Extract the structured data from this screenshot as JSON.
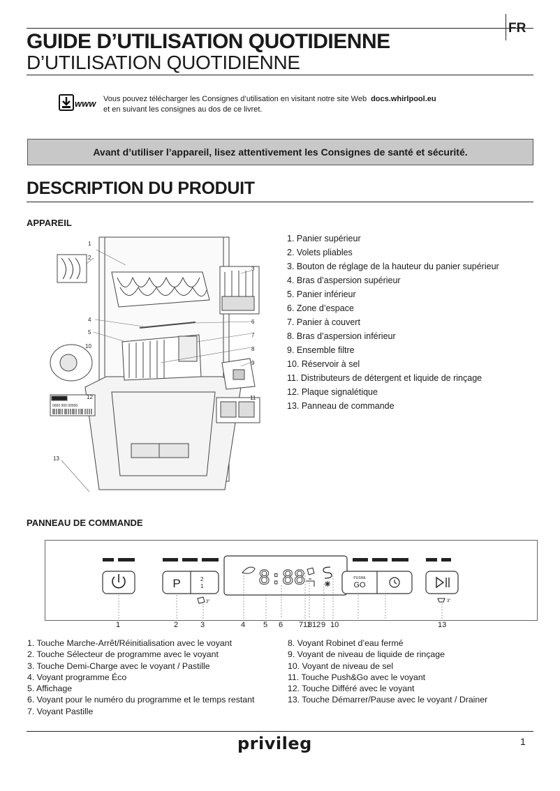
{
  "header": {
    "lang": "FR",
    "title_line1": "GUIDE D’UTILISATION QUOTIDIENNE",
    "title_line2": "D’UTILISATION QUOTIDIENNE"
  },
  "download": {
    "text1": "Vous pouvez télécharger les Consignes d’utilisation en visitant notre site Web",
    "url": "docs.whirlpool.eu",
    "text2": "et en suivant les consignes au dos de ce livret.",
    "icon_label": "www"
  },
  "warning": "Avant d’utiliser l’appareil, lisez attentivement les Consignes de santé et sécurité.",
  "section_title": "DESCRIPTION DU PRODUIT",
  "appareil": {
    "title": "APPAREIL",
    "parts": [
      "1.  Panier supérieur",
      "2.  Volets pliables",
      "3.  Bouton de réglage de la hauteur du panier supérieur",
      "4.  Bras d’aspersion supérieur",
      "5.  Panier inférieur",
      "6.  Zone d’espace",
      "7.  Panier à couvert",
      "8.  Bras d’aspersion inférieur",
      "9.  Ensemble filtre",
      "10.  Réservoir à sel",
      "11.  Distributeurs de détergent et liquide de rinçage",
      "12.  Plaque signalétique",
      "13.  Panneau de commande"
    ],
    "diagram_numbers": [
      "1",
      "2",
      "3",
      "4",
      "5",
      "6",
      "7",
      "8",
      "9",
      "10",
      "11",
      "12",
      "13"
    ],
    "plate_text": [
      "0000 000 00000"
    ]
  },
  "panneau": {
    "title": "PANNEAU DE COMMANDE",
    "display": "8:88",
    "p_label": "P",
    "half_label_top": "2",
    "half_label_bottom": "1",
    "sub_tablet": "3\"",
    "sub_drain": "3\"",
    "pushgo_top": "PUSH&",
    "pushgo_bottom": "GO",
    "callouts": [
      "1",
      "2",
      "3",
      "4",
      "5",
      "6",
      "7",
      "11",
      "8",
      "12",
      "9",
      "10",
      "13"
    ],
    "legend_left": [
      "1.  Touche Marche-Arrêt/Réinitialisation avec le voyant",
      "2.  Touche Sélecteur de programme avec le voyant",
      "3.  Touche Demi-Charge avec le voyant / Pastille",
      "4.  Voyant programme Éco",
      "5.  Affichage",
      "6.  Voyant pour le numéro du programme et le temps restant",
      "7.  Voyant Pastille"
    ],
    "legend_right": [
      "8.  Voyant Robinet d’eau fermé",
      "9.  Voyant de niveau de liquide de rinçage",
      "10.  Voyant de niveau de sel",
      "11.  Touche Push&Go avec le voyant",
      "12.  Touche Différé avec le voyant",
      "13.  Touche Démarrer/Pause avec le voyant / Drainer"
    ]
  },
  "footer": {
    "brand": "privileg",
    "page": "1"
  }
}
